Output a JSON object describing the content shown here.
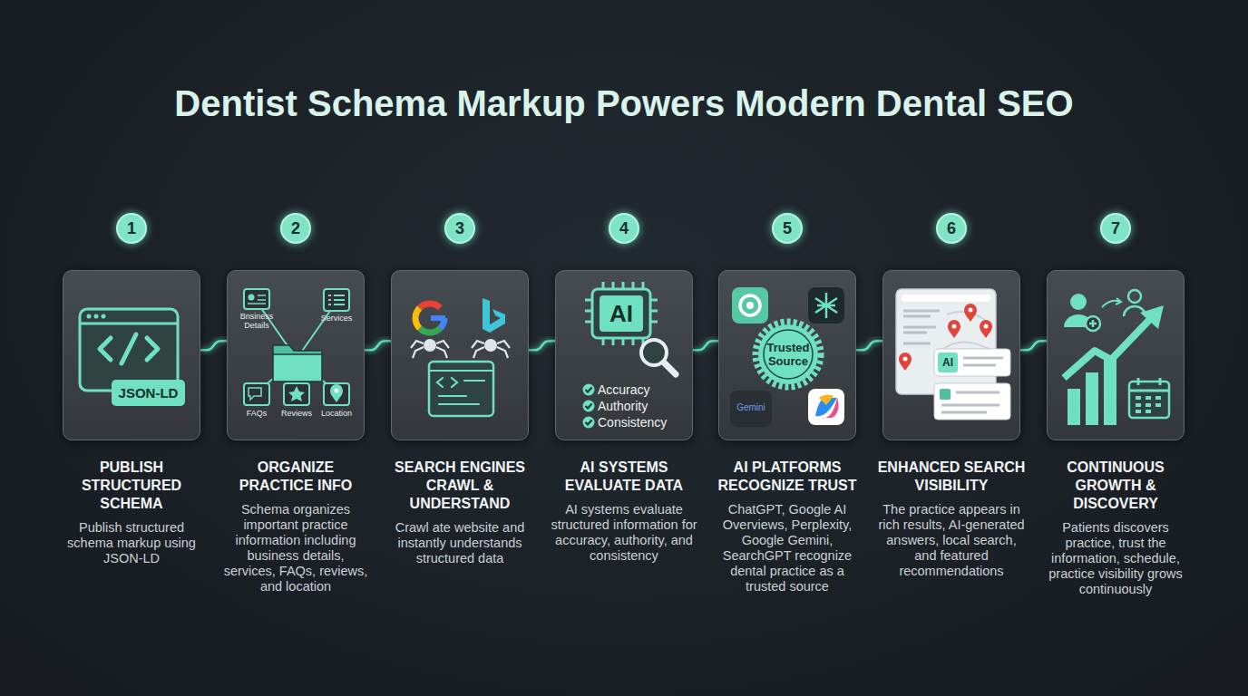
{
  "diagram": {
    "title": "Dentist Schema Markup Powers Modern Dental SEO",
    "nodes": [
      {
        "text": [
          "1"
        ]
      },
      {
        "text": [
          "2"
        ]
      },
      {
        "text": [
          "3"
        ]
      },
      {
        "text": [
          "4"
        ]
      },
      {
        "text": [
          "5"
        ]
      },
      {
        "text": [
          "6"
        ]
      },
      {
        "text": [
          "7"
        ]
      },
      {
        "text": [
          "JSON-LD",
          "PUBLISH STRUCTURED SCHEMA",
          "Publish structured schema markup using JSON-LD"
        ]
      },
      {
        "text": [
          "Bnsiness Details",
          "Services",
          "FAQs",
          "Reviews",
          "Location",
          "ORGANIZE PRACTICE INFO",
          "Schema organizes important practice information including business details, services, FAQs, reviews, and location"
        ]
      },
      {
        "text": [
          "SEARCH ENGINES CRAWL & UNDERSTAND",
          "Crawl ate website and instantly understands structured data"
        ]
      },
      {
        "text": [
          "AI",
          "Accuracy",
          "Authority",
          "Consistency",
          "AI SYSTEMS EVALUATE DATA",
          "AI systems evaluate structured information for accuracy, authority, and consistency"
        ]
      },
      {
        "text": [
          "Trusted Source",
          "Gemini",
          "AI PLATFORMS RECOGNIZE TRUST",
          "ChatGPT, Google AI Overviews, Perplexity, Google Gemini, SearchGPT recognize dental practice as a trusted source"
        ]
      },
      {
        "text": [
          "AI",
          "ENHANCED SEARCH VISIBILITY",
          "The practice appears in rich results, AI-generated answers, local search, and featured recommendations"
        ]
      },
      {
        "text": [
          "CONTINUOUS GROWTH & DISCOVERY",
          "Patients discovers practice, trust the information, schedule, practice visibility grows continuously"
        ]
      }
    ],
    "edges": [
      {
        "from": 0,
        "to": 1,
        "arrow": "none"
      },
      {
        "from": 1,
        "to": 2,
        "arrow": "none"
      },
      {
        "from": 2,
        "to": 3,
        "arrow": "none"
      },
      {
        "from": 3,
        "to": 4,
        "arrow": "none"
      },
      {
        "from": 4,
        "to": 5,
        "arrow": "none"
      },
      {
        "from": 5,
        "to": 6,
        "arrow": "none"
      },
      {
        "from": 0,
        "to": 7,
        "arrow": "none"
      },
      {
        "from": 1,
        "to": 8,
        "arrow": "none"
      },
      {
        "from": 2,
        "to": 9,
        "arrow": "none"
      },
      {
        "from": 3,
        "to": 10,
        "arrow": "none"
      },
      {
        "from": 4,
        "to": 11,
        "arrow": "none"
      },
      {
        "from": 5,
        "to": 12,
        "arrow": "none"
      },
      {
        "from": 6,
        "to": 13,
        "arrow": "none"
      },
      {
        "from": 7,
        "to": 8,
        "arrow": "none"
      },
      {
        "from": 8,
        "to": 9,
        "arrow": "none"
      },
      {
        "from": 9,
        "to": 10,
        "arrow": "none"
      },
      {
        "from": 10,
        "to": 11,
        "arrow": "none"
      },
      {
        "from": 11,
        "to": 12,
        "arrow": "none"
      },
      {
        "from": 12,
        "to": 13,
        "arrow": "none"
      }
    ]
  }
}
